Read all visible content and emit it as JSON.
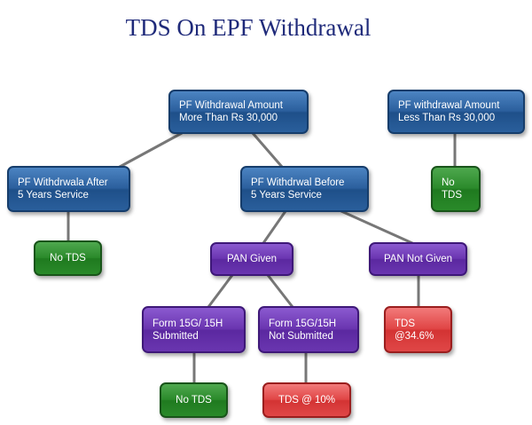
{
  "title": "TDS On EPF Withdrawal",
  "nodes": {
    "more_than_30000": {
      "line1": "PF Withdrawal Amount",
      "line2": "More Than Rs 30,000"
    },
    "less_than_30000": {
      "line1": "PF withdrawal Amount",
      "line2": "Less Than Rs 30,000"
    },
    "after_5_years": {
      "line1": "PF Withdrwala After",
      "line2": "5 Years Service"
    },
    "before_5_years": {
      "line1": "PF Withdrwal Before",
      "line2": "5 Years Service"
    },
    "no_tds_less": {
      "line1": "No",
      "line2": "TDS"
    },
    "no_tds_after": {
      "line1": "No TDS"
    },
    "pan_given": {
      "line1": "PAN Given"
    },
    "pan_not_given": {
      "line1": "PAN Not Given"
    },
    "form_submitted": {
      "line1": "Form 15G/ 15H",
      "line2": "Submitted"
    },
    "form_not_submitted": {
      "line1": "Form 15G/15H",
      "line2": "Not Submitted"
    },
    "tds_34_6": {
      "line1": "TDS",
      "line2": "@34.6%"
    },
    "no_tds_form": {
      "line1": "No TDS"
    },
    "tds_10": {
      "line1": "TDS @ 10%"
    }
  },
  "colors": {
    "title": "#1f2a7a",
    "blue": "#2b5f9d",
    "green": "#2b8a2b",
    "purple": "#6a35b0",
    "red": "#e04545",
    "connector": "#777777"
  }
}
